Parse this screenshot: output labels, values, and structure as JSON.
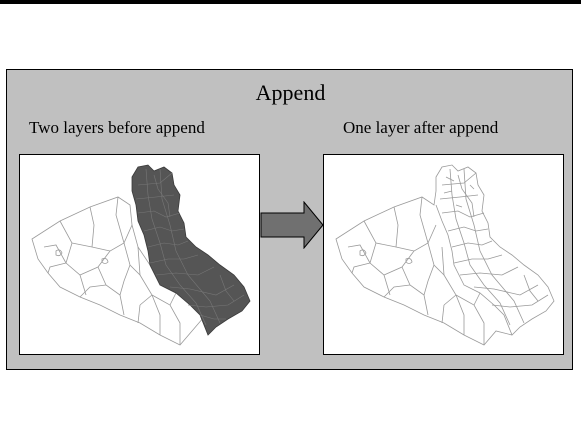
{
  "diagram": {
    "title": "Append",
    "left_caption": "Two layers before append",
    "right_caption": "One layer after append"
  },
  "colors": {
    "panel": "#c0c0c0",
    "dark_layer": "#555555",
    "outline": "#9a9a9a",
    "arrow": "#707070"
  }
}
